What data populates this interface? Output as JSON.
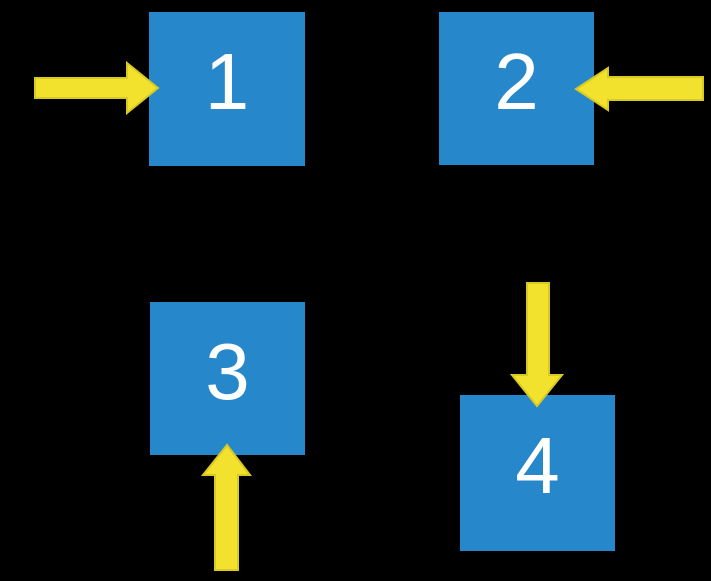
{
  "scene": {
    "colors": {
      "background": "#000000",
      "box_fill": "#2687CA",
      "box_label": "#FFFFFF",
      "arrow_fill": "#F2E22E",
      "arrow_outline": "#D9C923"
    },
    "boxes": [
      {
        "label": "1",
        "arrow_direction": "right",
        "arrow_side": "left"
      },
      {
        "label": "2",
        "arrow_direction": "left",
        "arrow_side": "right"
      },
      {
        "label": "3",
        "arrow_direction": "up",
        "arrow_side": "bottom"
      },
      {
        "label": "4",
        "arrow_direction": "down",
        "arrow_side": "top"
      }
    ]
  }
}
